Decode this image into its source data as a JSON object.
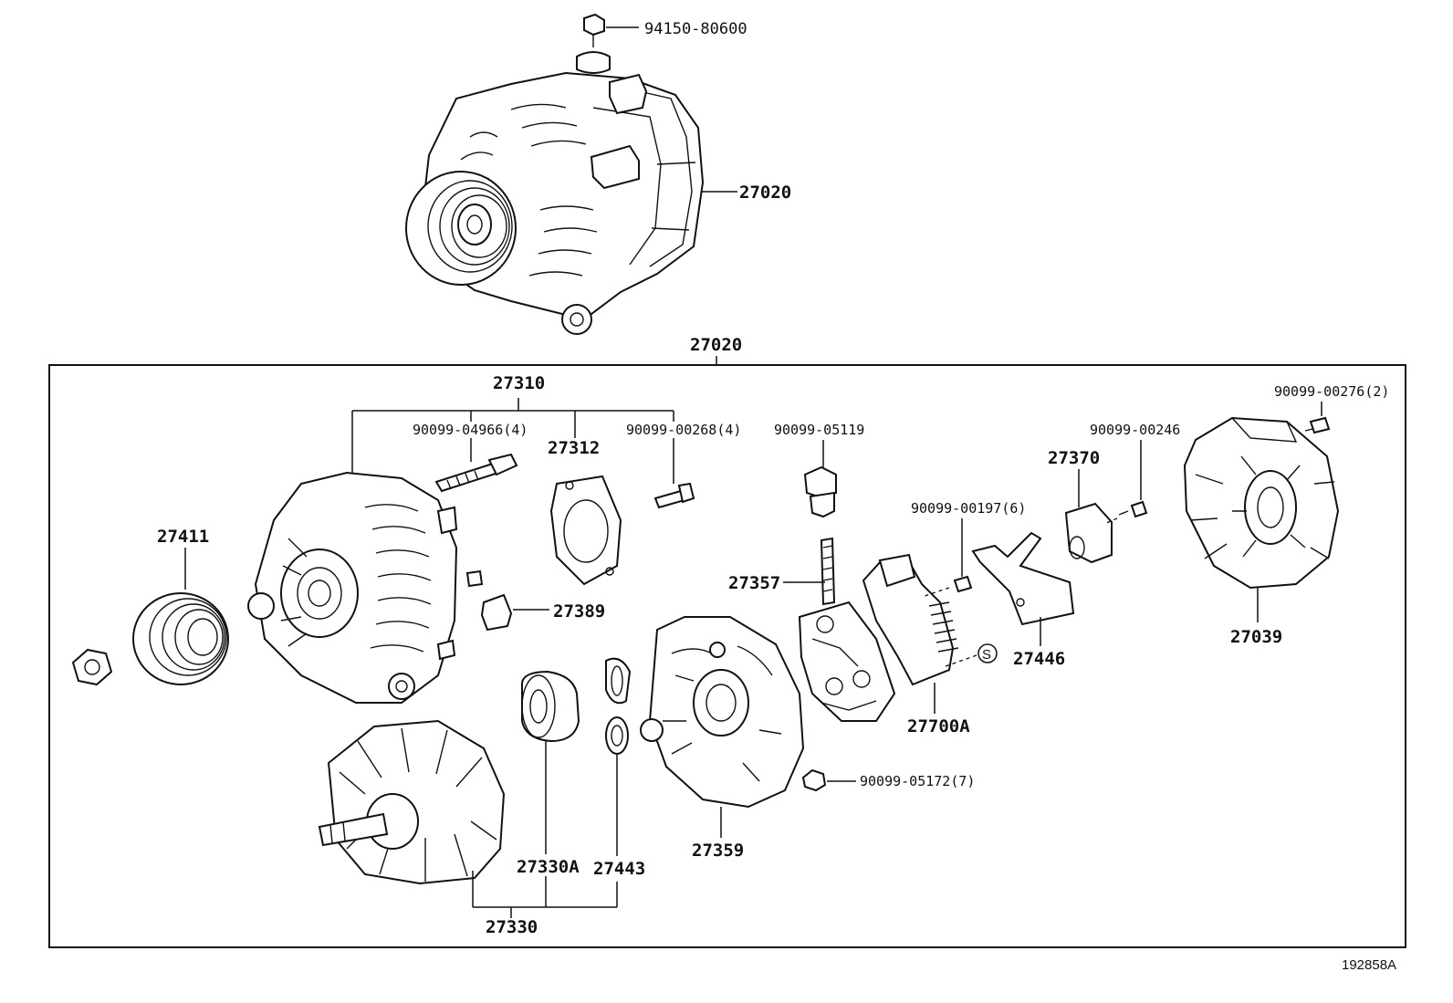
{
  "labels": {
    "bolt_top": "94150-80600",
    "alt_assy_top": "27020",
    "alt_assy_box": "27020",
    "frame": "27310",
    "stud": "90099-04966(4)",
    "plate": "27312",
    "bolt_268": "90099-00268(4)",
    "terminal_05119": "90099-05119",
    "bolt_246": "90099-00246",
    "bolt_276": "90099-00276(2)",
    "holder": "27370",
    "screw_197": "90099-00197(6)",
    "pulley": "27411",
    "rectifier": "27357",
    "insulator": "27389",
    "cover_plate": "27446",
    "rear_cover": "27039",
    "regulator": "27700A",
    "s_mark": "S",
    "nut_05172": "90099-05172(7)",
    "bearing": "27330A",
    "washer": "27443",
    "rear_frame": "27359",
    "rotor": "27330",
    "ref_number": "192858A"
  }
}
